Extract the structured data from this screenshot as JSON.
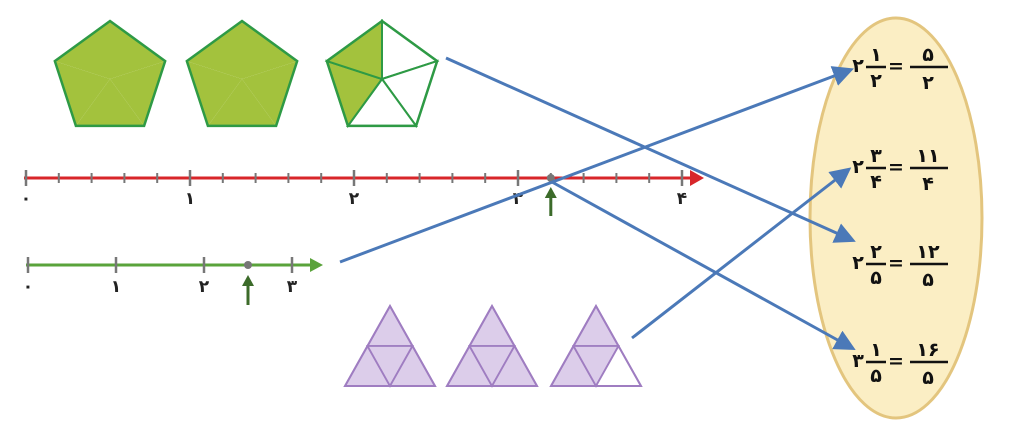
{
  "colors": {
    "pentagon_fill": "#a3c23d",
    "pentagon_stroke": "#2e9a45",
    "red_line": "#d8262a",
    "green_line": "#5aa33b",
    "triangle_fill": "#dccdea",
    "triangle_stroke": "#9f7dc1",
    "connector": "#4b79b8",
    "oval_fill": "#fbeec4",
    "oval_stroke": "#e3c57e",
    "marker_arrow": "#3c6b2a"
  },
  "number_line_top": {
    "labels": [
      "۰",
      "۱",
      "۲",
      "۳",
      "۴"
    ],
    "point_value": 3.2
  },
  "number_line_bottom": {
    "labels": [
      "۰",
      "۱",
      "۲",
      "۳"
    ],
    "point_value": 2.5
  },
  "pentagon_groups": [
    {
      "shaded_fifths": 5
    },
    {
      "shaded_fifths": 5
    },
    {
      "shaded_fifths": 2
    }
  ],
  "triangle_groups": [
    {
      "shaded_quarters": 4
    },
    {
      "shaded_quarters": 4
    },
    {
      "shaded_quarters": 3
    }
  ],
  "fractions": [
    {
      "whole": "۲",
      "num": "۱",
      "den": "۲",
      "eq": "=",
      "num2": "۵",
      "den2": "۲"
    },
    {
      "whole": "۲",
      "num": "۳",
      "den": "۴",
      "eq": "=",
      "num2": "۱۱",
      "den2": "۴"
    },
    {
      "whole": "۲",
      "num": "۲",
      "den": "۵",
      "eq": "=",
      "num2": "۱۲",
      "den2": "۵"
    },
    {
      "whole": "۳",
      "num": "۱",
      "den": "۵",
      "eq": "=",
      "num2": "۱۶",
      "den2": "۵"
    }
  ]
}
